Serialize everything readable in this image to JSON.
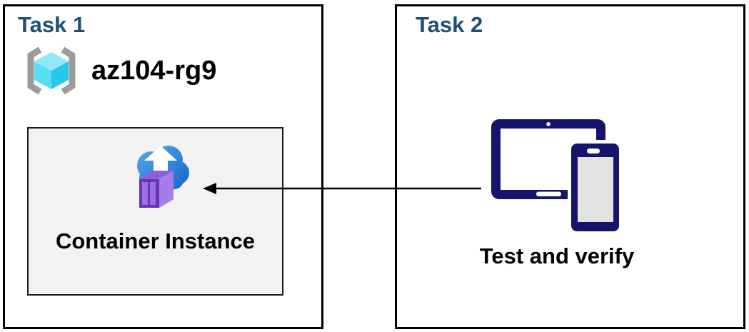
{
  "task1": {
    "title": "Task 1",
    "resource_group": {
      "name": "az104-rg9",
      "icon": "resource-group-icon"
    },
    "container": {
      "label": "Container Instance",
      "icon": "container-instance-icon"
    }
  },
  "task2": {
    "title": "Task 2",
    "devices": {
      "label": "Test and verify",
      "icon": "tablet-phone-icon"
    }
  },
  "arrow": {
    "from": "task2-devices",
    "to": "task1-container-instance",
    "direction": "right-to-left"
  },
  "colors": {
    "title_blue": "#1F4E79",
    "text_black": "#000000",
    "box_border": "#000000",
    "inner_box_bg": "#F2F2F2",
    "inner_box_border": "#1A1A1A",
    "device_navy": "#15156B",
    "device_screen_gray": "#E3E3E3",
    "cloud_blue_top": "#50A2EA",
    "cloud_blue_bottom": "#1A6DC9",
    "container_front_purple": "#6B34B4",
    "container_panel_purple": "#9C6EDF",
    "container_side_purple": "#A77CE8",
    "container_top_purple": "#8F5FD8",
    "cube_top_cyan": "#8FE9F9",
    "cube_left_cyan": "#5ADCF3",
    "cube_right_cyan": "#2AC8E8",
    "bracket_gray": "#9B9B9B",
    "arrow_black": "#000000"
  }
}
